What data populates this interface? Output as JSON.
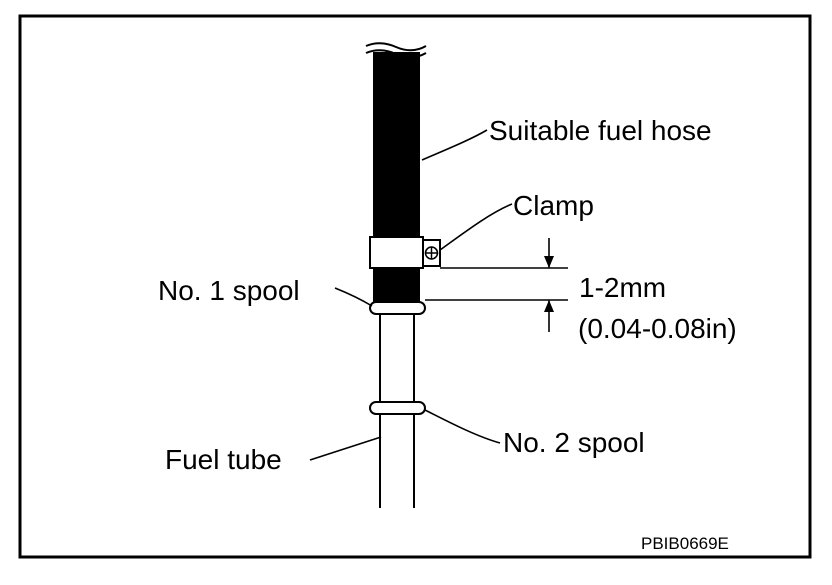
{
  "labels": {
    "fuel_hose": "Suitable fuel hose",
    "clamp": "Clamp",
    "spool1": "No. 1 spool",
    "spool2": "No. 2 spool",
    "fuel_tube": "Fuel tube",
    "dim_mm": "1-2mm",
    "dim_in": "(0.04-0.08in)"
  },
  "figure_code": "PBIB0669E"
}
